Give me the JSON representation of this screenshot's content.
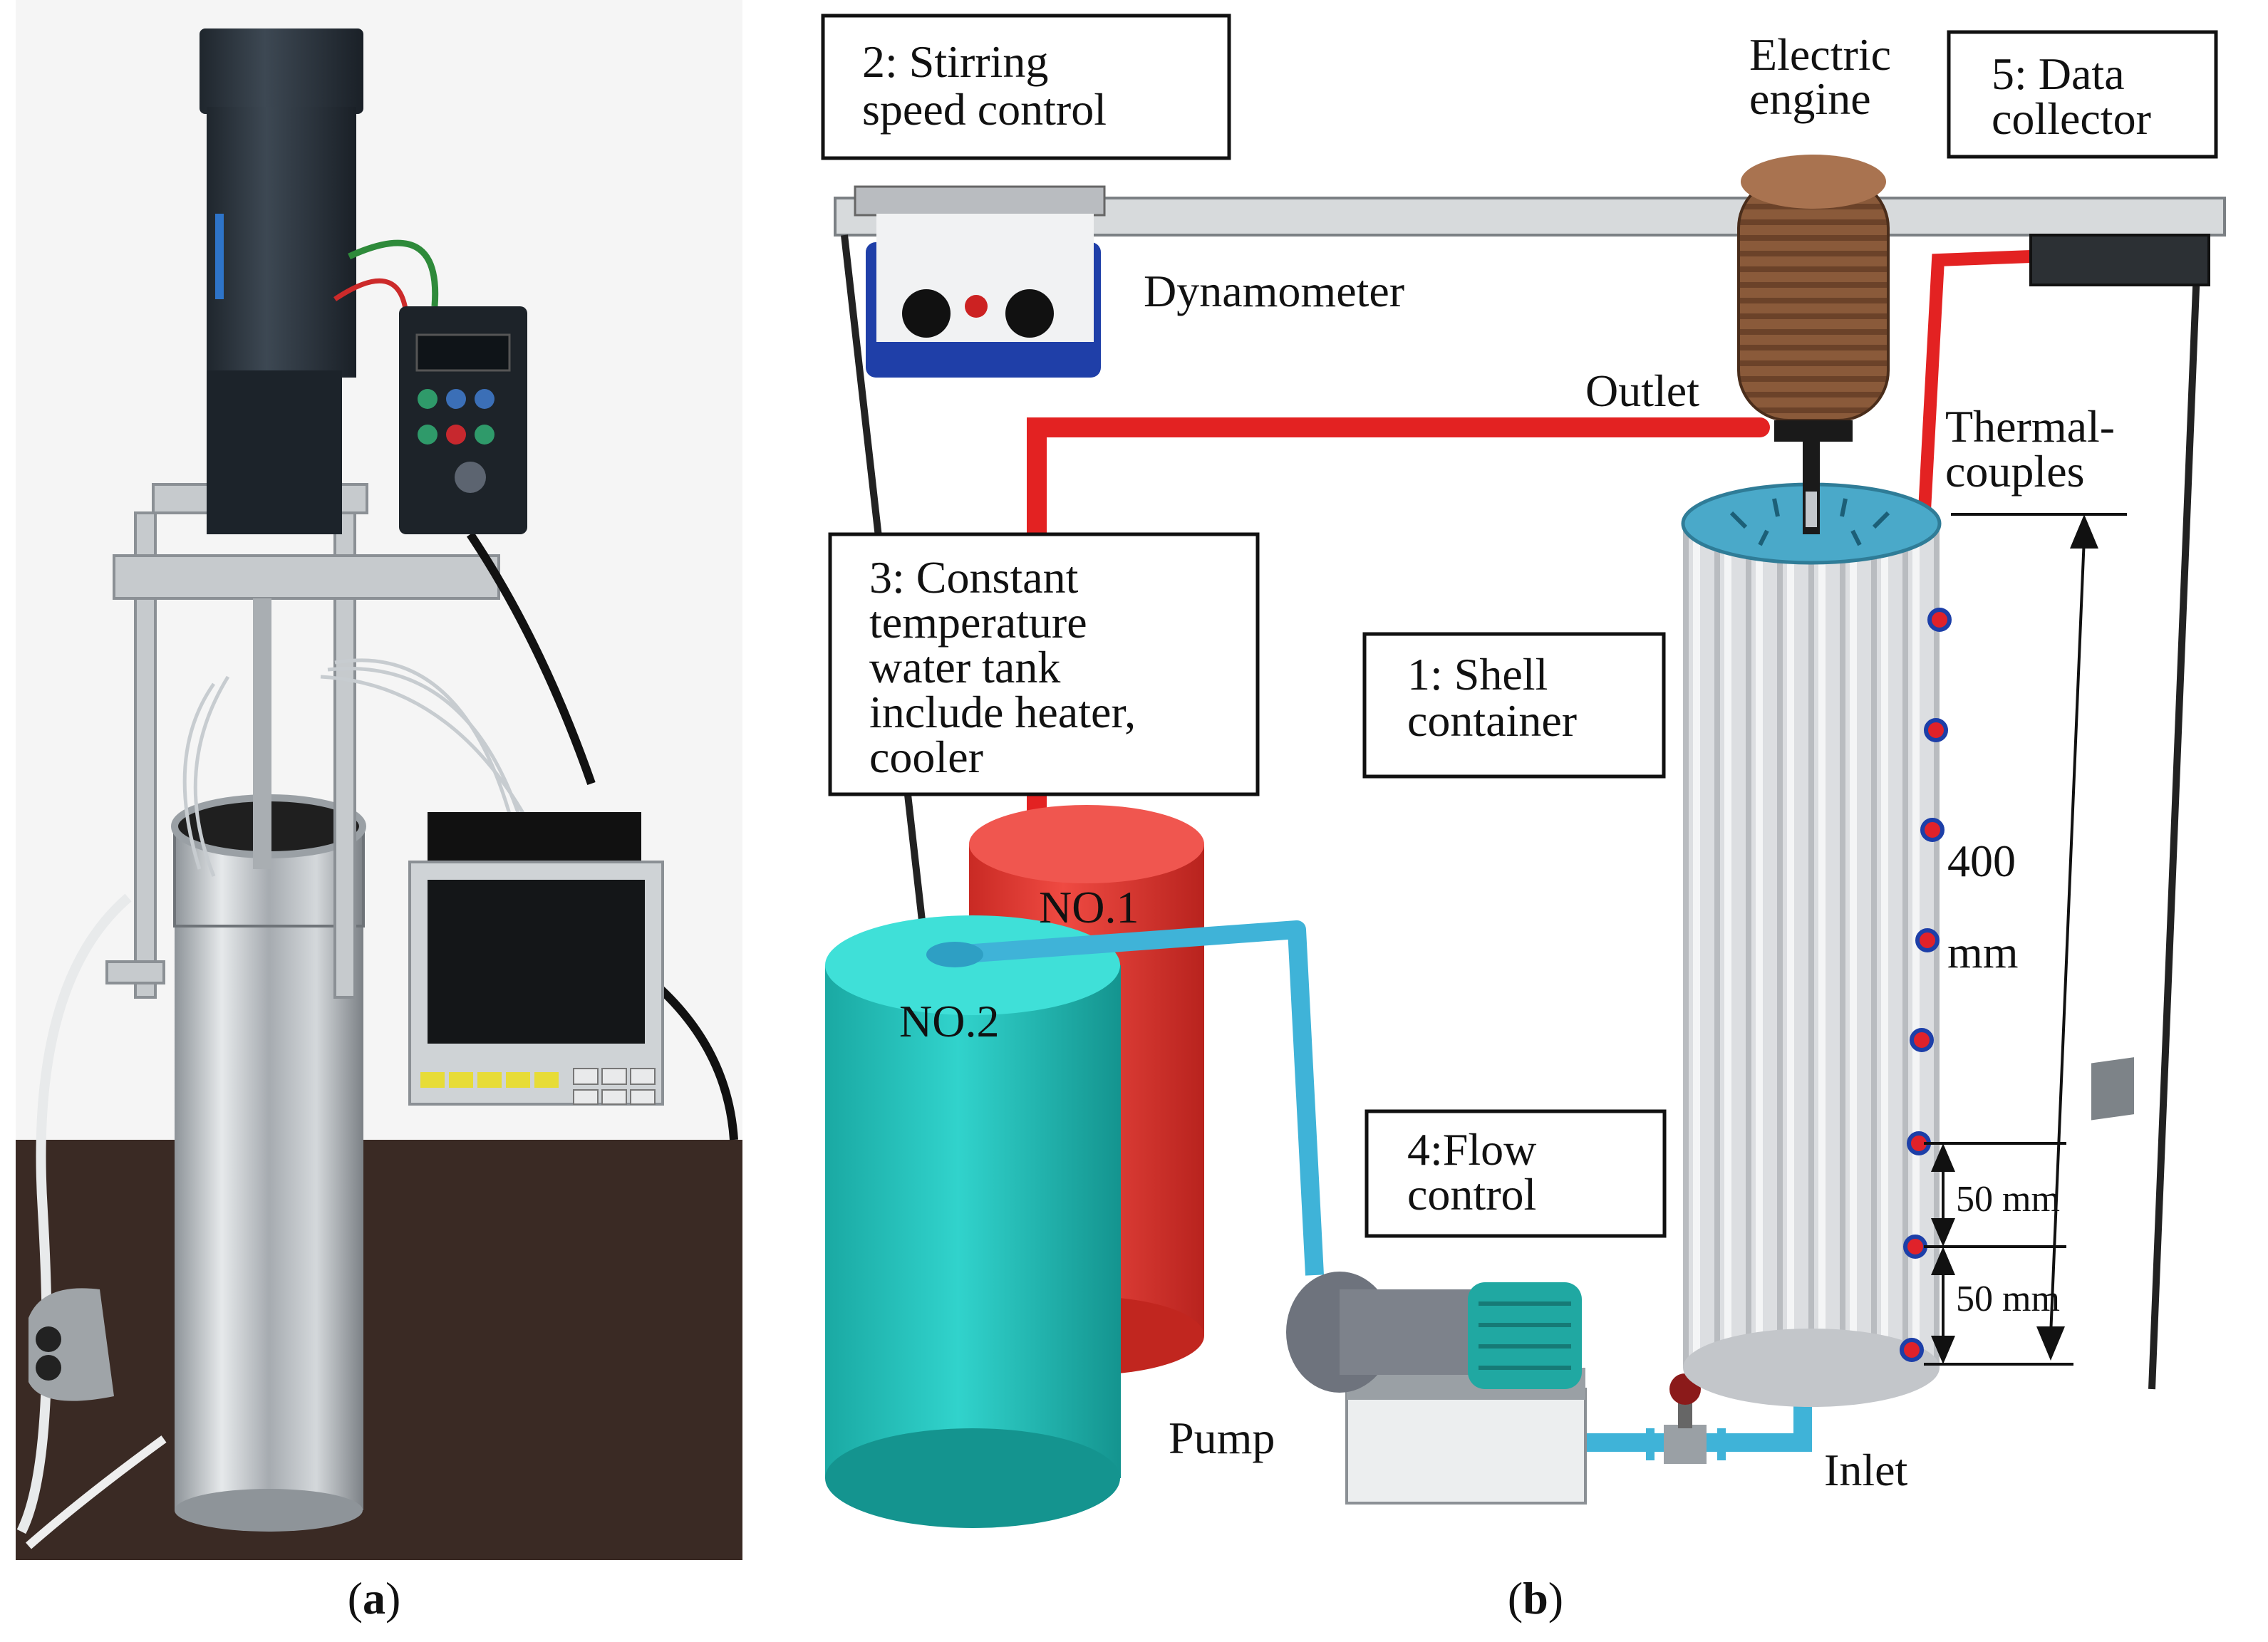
{
  "panel_a": {
    "caption_letter": "a",
    "controller_display": "",
    "colors": {
      "table": "#3a2a24",
      "wall": "#f4f4f4",
      "motor": "#2f3a45",
      "steel": "#b9bec3"
    }
  },
  "panel_b": {
    "caption_letter": "b",
    "boxes": {
      "stirring_line1": "2: Stirring",
      "stirring_line2": "speed control",
      "tank_line1": "3: Constant",
      "tank_line2": "temperature",
      "tank_line3": "water tank",
      "tank_line4": "include heater,",
      "tank_line5": "cooler",
      "shell_line1": "1: Shell",
      "shell_line2": "container",
      "flow_line1": "4:Flow",
      "flow_line2": "control",
      "collector_line1": "5: Data",
      "collector_line2": "collector"
    },
    "labels": {
      "engine_line1": "Electric",
      "engine_line2": "engine",
      "dynamometer": "Dynamometer",
      "outlet": "Outlet",
      "thermo_line1": "Thermal-",
      "thermo_line2": "couples",
      "height_value": "400",
      "height_unit": "mm",
      "spacing_1": "50 mm",
      "spacing_2": "50 mm",
      "tank_1": "NO.1",
      "tank_2": "NO.2",
      "pump": "Pump",
      "inlet": "Inlet"
    },
    "colors": {
      "hot_pipe": "#e32222",
      "cold_pipe": "#3fb3d8",
      "tank_red": "#e83a33",
      "tank_cyan": "#27c7c0",
      "container": "#d9dbde",
      "container_lid": "#4aa9c9",
      "engine": "#8a5a3a",
      "frame": "#d7dadc",
      "thermocouple_dot": "#e0222a"
    },
    "thermocouple_count": 8
  }
}
